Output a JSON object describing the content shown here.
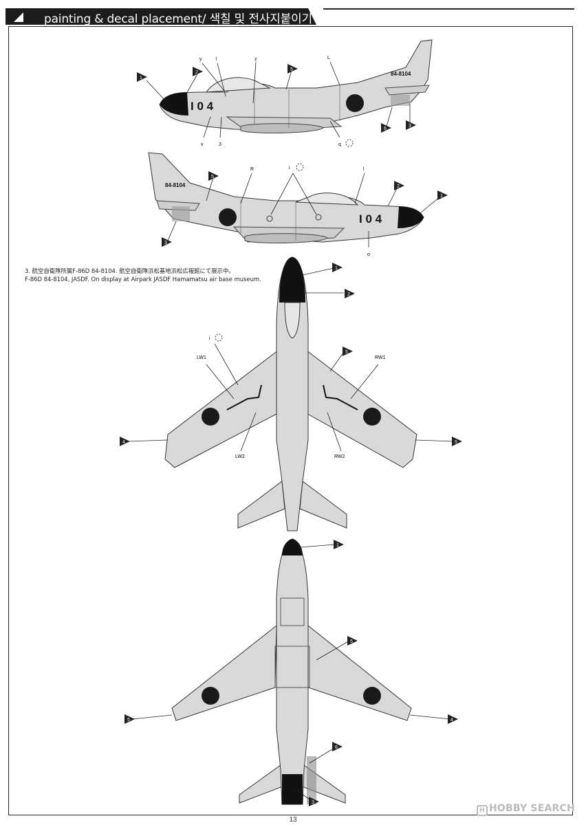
{
  "header": {
    "title": "painting & decal placement/ 색칠 및 전사지붙이기"
  },
  "caption": {
    "line1": "3. 航空自衛隊所属F-86D 84-8104. 航空自衛隊浜松基地浜松広報館にて展示中。",
    "line2": "F-86D 84-8104, JASDF. On display at Airpark JASDF Hamamatsu air base museum."
  },
  "aircraft": {
    "tail_number": "84-8104",
    "nose_number": "I 0 4"
  },
  "callouts": {
    "c1": "1",
    "c2": "2",
    "c3": "3",
    "c4": "4",
    "c5": "5",
    "c6": "6"
  },
  "decal_labels": {
    "y": "y",
    "l": "l",
    "z": "z",
    "L": "L",
    "v": "v",
    "three": "3",
    "q": "q",
    "R": "R",
    "i": "i",
    "o": "o",
    "LW1": "LW1",
    "RW1": "RW1",
    "LW2": "LW2",
    "RW2": "RW2"
  },
  "page_number": "13",
  "watermark": {
    "text": "HOBBY SEARCH",
    "mark": "H"
  },
  "colors": {
    "fuselage": "#d9d9d9",
    "black": "#111111",
    "roundel": "#1a1a1a",
    "line": "#333333"
  }
}
